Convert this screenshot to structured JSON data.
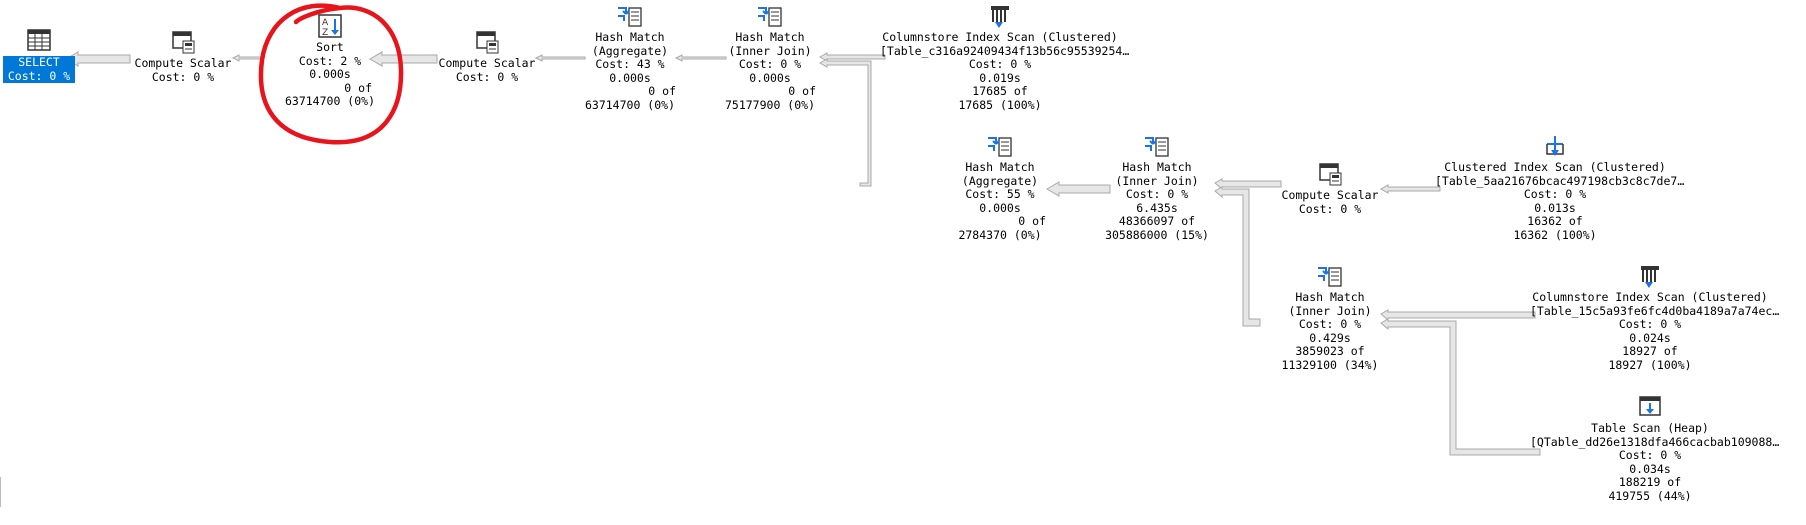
{
  "select": {
    "label": "SELECT",
    "cost": "Cost: 0 %"
  },
  "nodes": {
    "compute1": {
      "name": "Compute Scalar",
      "cost": "Cost: 0 %"
    },
    "sort": {
      "name": "Sort",
      "cost": "Cost: 2 %",
      "time": "0.000s",
      "rows": "0 of",
      "est": "63714700 (0%)"
    },
    "compute2": {
      "name": "Compute Scalar",
      "cost": "Cost: 0 %"
    },
    "hm_agg1": {
      "name": "Hash Match",
      "sub": "(Aggregate)",
      "cost": "Cost: 43 %",
      "time": "0.000s",
      "rows": "0 of",
      "est": "63714700 (0%)"
    },
    "hm_join1": {
      "name": "Hash Match",
      "sub": "(Inner Join)",
      "cost": "Cost: 0 %",
      "time": "0.000s",
      "rows": "0 of",
      "est": "75177900 (0%)"
    },
    "cs_scan1": {
      "name": "Columnstore Index Scan (Clustered)",
      "sub": "[Table_c316a92409434f13b56c95539254…",
      "cost": "Cost: 0 %",
      "time": "0.019s",
      "rows": "17685 of",
      "est": "17685 (100%)"
    },
    "hm_agg2": {
      "name": "Hash Match",
      "sub": "(Aggregate)",
      "cost": "Cost: 55 %",
      "time": "0.000s",
      "rows": "0 of",
      "est": "2784370 (0%)"
    },
    "hm_join2": {
      "name": "Hash Match",
      "sub": "(Inner Join)",
      "cost": "Cost: 0 %",
      "time": "6.435s",
      "rows": "48366097 of",
      "est": "305886000 (15%)"
    },
    "compute3": {
      "name": "Compute Scalar",
      "cost": "Cost: 0 %"
    },
    "ci_scan": {
      "name": "Clustered Index Scan (Clustered)",
      "sub": "[Table_5aa21676bcac497198cb3c8c7de7…",
      "cost": "Cost: 0 %",
      "time": "0.013s",
      "rows": "16362 of",
      "est": "16362 (100%)"
    },
    "hm_join3": {
      "name": "Hash Match",
      "sub": "(Inner Join)",
      "cost": "Cost: 0 %",
      "time": "0.429s",
      "rows": "3859023 of",
      "est": "11329100 (34%)"
    },
    "cs_scan2": {
      "name": "Columnstore Index Scan (Clustered)",
      "sub": "[Table_15c5a93fe6fc4d0ba4189a7a74ec…",
      "cost": "Cost: 0 %",
      "time": "0.024s",
      "rows": "18927 of",
      "est": "18927 (100%)"
    },
    "table_scan": {
      "name": "Table Scan (Heap)",
      "sub": "[QTable_dd26e1318dfa466cacbab109088…",
      "cost": "Cost: 0 %",
      "time": "0.034s",
      "rows": "188219 of",
      "est": "419755 (44%)"
    }
  },
  "colors": {
    "select_bg": "#0078d7",
    "annotation": "#e8141c",
    "arrow_fill": "#e4e4e4",
    "arrow_stroke": "#a9a9a9"
  }
}
